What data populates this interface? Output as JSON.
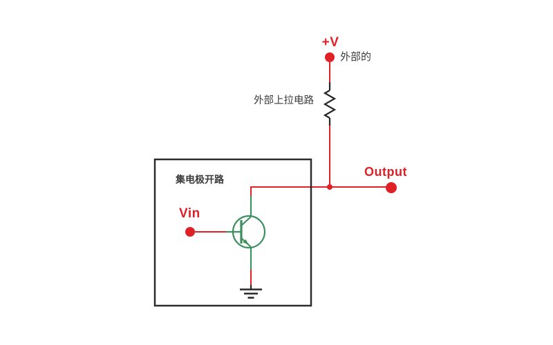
{
  "diagram": {
    "description": "open-collector output stage with external pull-up resistor",
    "labels": {
      "supply": "+V",
      "supply_note": "外部的",
      "pullup_note": "外部上拉电路",
      "box_label": "集电极开路",
      "input": "Vin",
      "output": "Output"
    },
    "colors": {
      "red": "#df2127",
      "green": "#3c9060",
      "black": "#262626",
      "box_border": "#2b2b2b",
      "label_dark": "#3b3b3b",
      "white": "#ffffff"
    }
  }
}
